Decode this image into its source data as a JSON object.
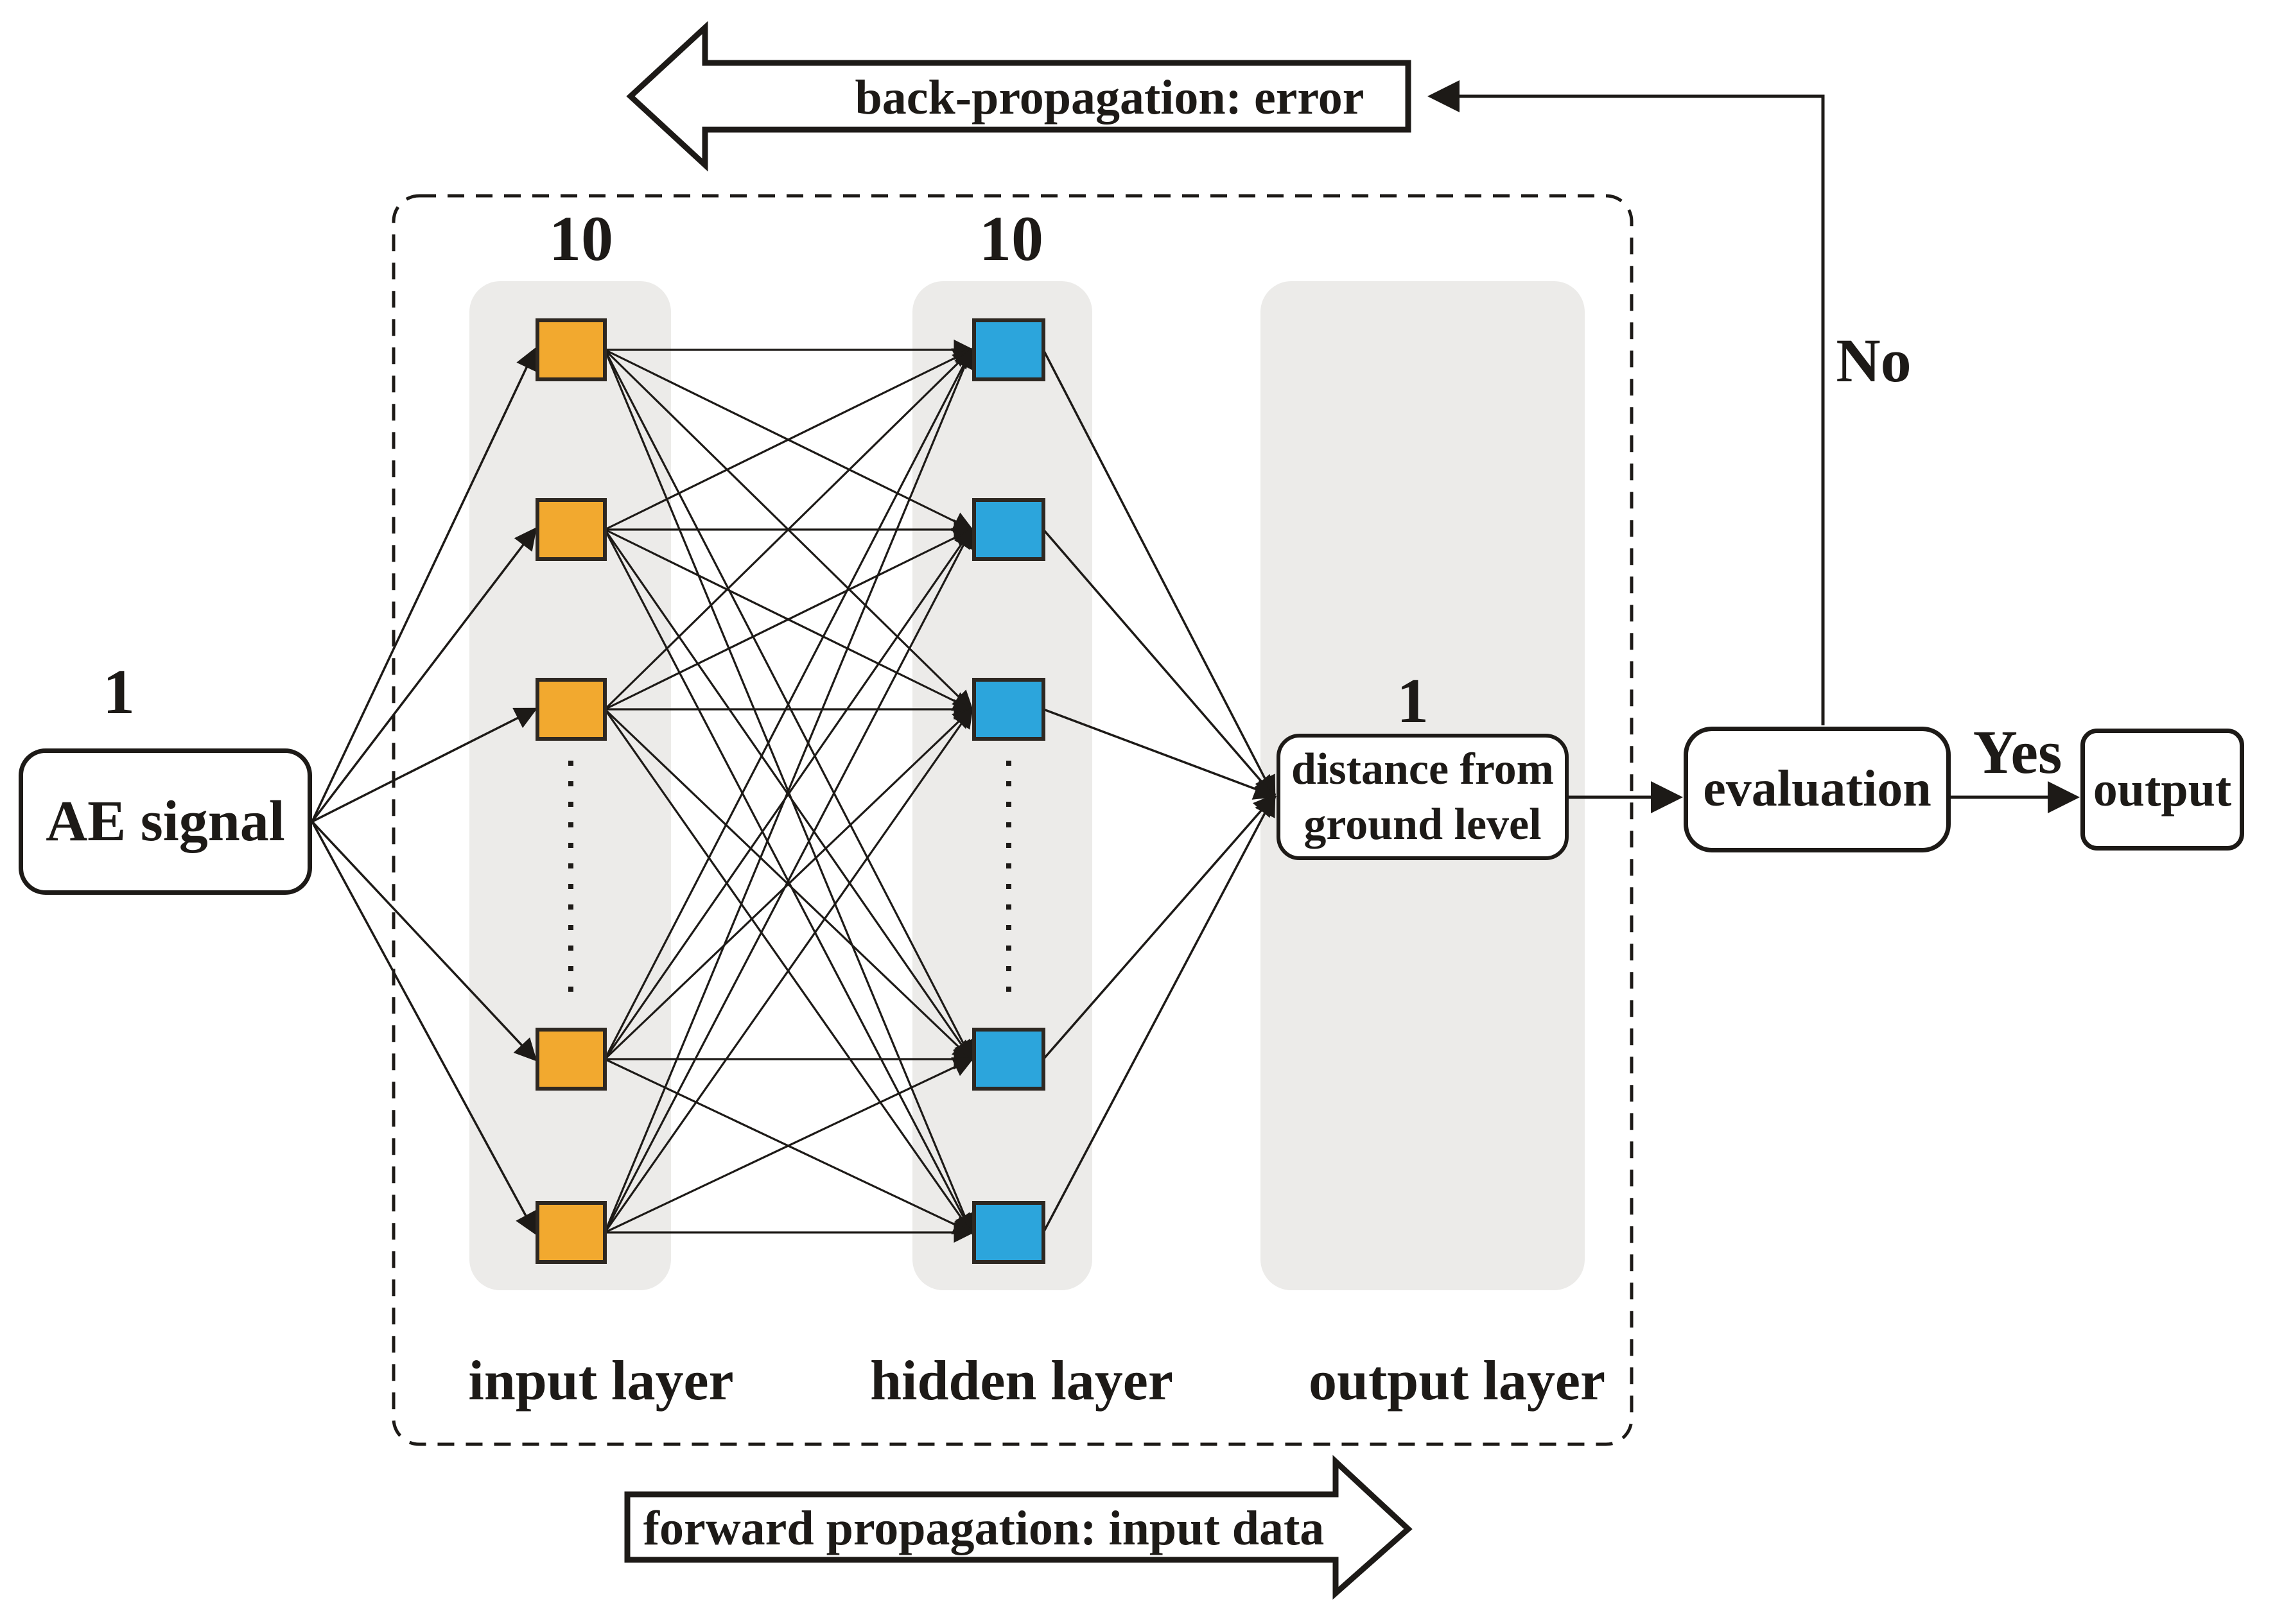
{
  "colors": {
    "input_node": "#F2A92F",
    "hidden_node": "#2CA5DC",
    "node_border": "#2E2822",
    "column_bg": "#ECEBE9",
    "line": "#1D1A17",
    "box_bg": "#FFFFFF"
  },
  "network": {
    "visible_input_nodes": 5,
    "visible_hidden_nodes": 5,
    "input_count_label": "10",
    "hidden_count_label": "10",
    "output_count_label": "1",
    "signal_count_label": "1",
    "layer_labels": [
      "input layer",
      "hidden layer",
      "output layer"
    ]
  },
  "boxes": {
    "ae_signal": "AE signal",
    "distance_line1": "distance from",
    "distance_line2": "ground level",
    "evaluation": "evaluation",
    "output": "output"
  },
  "flow": {
    "back_arrow_label": "back-propagation: error",
    "forward_arrow_label": "forward propagation: input data",
    "no_label": "No",
    "yes_label": "Yes"
  }
}
